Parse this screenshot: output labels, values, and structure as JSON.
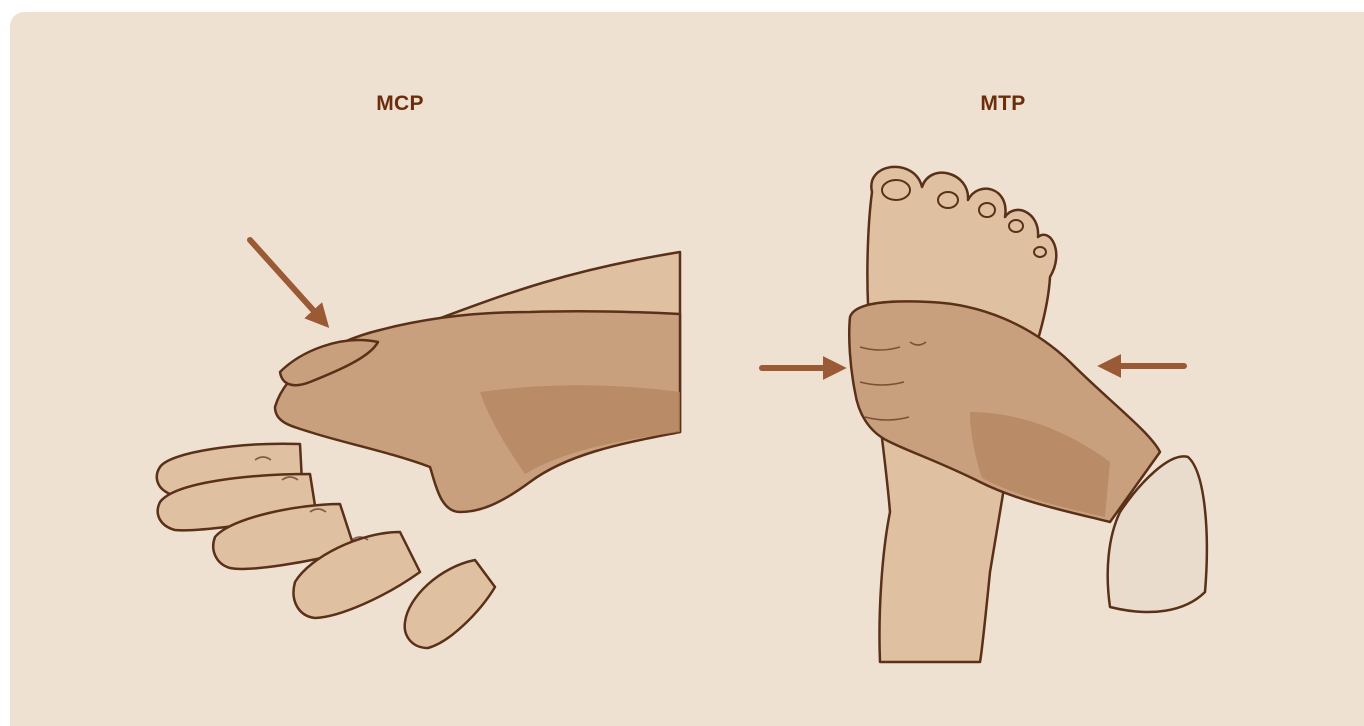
{
  "colors": {
    "background": "#efe1d2",
    "label": "#6b2d0a",
    "arrow": "#9b5a36",
    "outline": "#5a3018",
    "skin": "#c9a07d",
    "skin_shadow": "#b38460",
    "skin_light": "#dfc1a2",
    "cuff": "#e9dccd"
  },
  "panels": [
    {
      "id": "mcp",
      "label": "MCP",
      "subject": "hand"
    },
    {
      "id": "mtp",
      "label": "MTP",
      "subject": "foot"
    }
  ],
  "icons": {
    "mcp_arrow": "diagonal-pressure-arrow-icon",
    "mtp_left_arrow": "right-pointing-arrow-icon",
    "mtp_right_arrow": "left-pointing-arrow-icon"
  }
}
